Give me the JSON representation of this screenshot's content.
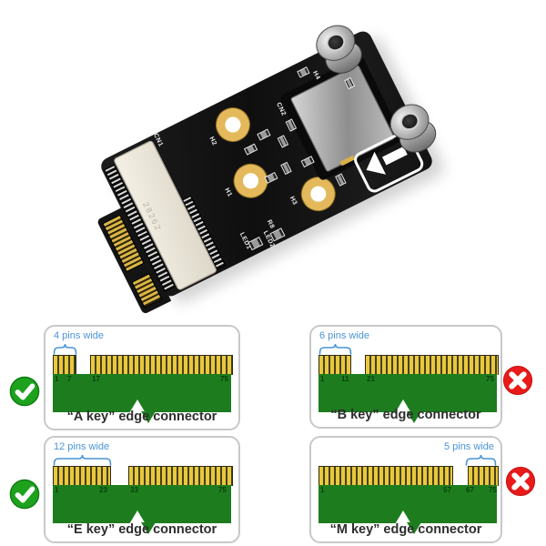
{
  "photo": {
    "description": "mini PCIe to M.2 (NGFF) A/E key adapter board with SIM card slot",
    "silkscreen": {
      "cn1": "CN1",
      "cn2": "CN2",
      "h1": "H1",
      "h2": "H2",
      "h3": "H3",
      "h4": "H4",
      "led1": "LED1",
      "led2": "LED2",
      "r8": "R8",
      "socket_marking": "28262"
    },
    "colors": {
      "pcb": "#151515",
      "gold": "#d9b544",
      "socket": "#ece7da",
      "sim_metal": "#b9b9b9"
    }
  },
  "legend": {
    "cards": [
      {
        "key": "A",
        "title": "“A key”  edge connector",
        "bracket_label": "4 pins wide",
        "bracket_side": "left",
        "group1_pins": 4,
        "group2_pins": 29,
        "pin_numbers": [
          "1",
          "7",
          "17",
          "75"
        ],
        "verdict": "compatible"
      },
      {
        "key": "B",
        "title": "“B key”  edge connector",
        "bracket_label": "6 pins wide",
        "bracket_side": "left",
        "group1_pins": 6,
        "group2_pins": 25,
        "pin_numbers": [
          "1",
          "11",
          "21",
          "75"
        ],
        "verdict": "incompatible"
      },
      {
        "key": "E",
        "title": "“E key”  edge connector",
        "bracket_label": "12 pins wide",
        "bracket_side": "left",
        "group1_pins": 12,
        "group2_pins": 19,
        "pin_numbers": [
          "1",
          "23",
          "33",
          "75"
        ],
        "verdict": "compatible"
      },
      {
        "key": "M",
        "title": "“M key”  edge connector",
        "bracket_label": "5 pins wide",
        "bracket_side": "right",
        "group1_pins": 28,
        "group2_pins": 5,
        "pin_numbers": [
          "1",
          "57",
          "67",
          "75"
        ],
        "verdict": "incompatible"
      }
    ],
    "colors": {
      "board_green": "#1d7d1e",
      "pin_gold": "#e9c83e",
      "label_blue": "#4a93d6",
      "check_green": "#1ea21e",
      "cross_red": "#e81a1a"
    }
  }
}
